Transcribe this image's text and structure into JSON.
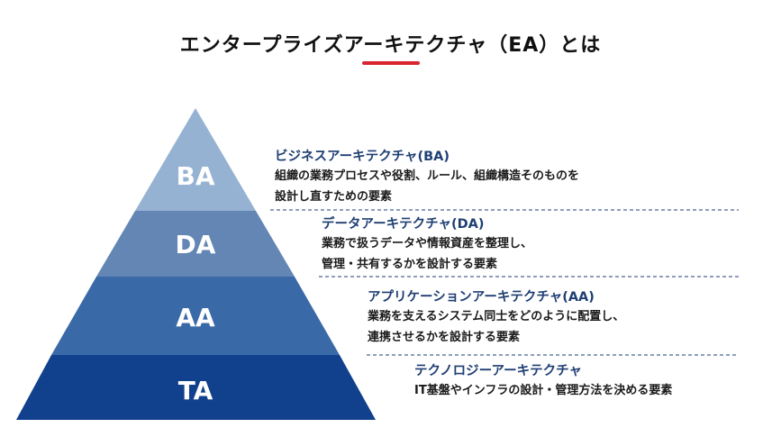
{
  "title": "エンタープライズアーキテクチャ（EA）とは",
  "colors": {
    "accent_underline": "#d9232e",
    "heading_text": "#1f3f73",
    "layer_ba": "#96b2d2",
    "layer_da": "#6386b4",
    "layer_aa": "#3a69a8",
    "layer_ta": "#11408c",
    "divider": "#1f3f73"
  },
  "layers": [
    {
      "abbr": "BA",
      "heading": "ビジネスアーキテクチャ(BA)",
      "line1": "組織の業務プロセスや役割、ルール、組織構造そのものを",
      "line2": "設計し直すための要素"
    },
    {
      "abbr": "DA",
      "heading": "データアーキテクチャ(DA)",
      "line1": "業務で扱うデータや情報資産を整理し、",
      "line2": "管理・共有するかを設計する要素"
    },
    {
      "abbr": "AA",
      "heading": "アプリケーションアーキテクチャ(AA)",
      "line1": "業務を支えるシステム同士をどのように配置し、",
      "line2": "連携させるかを設計する要素"
    },
    {
      "abbr": "TA",
      "heading": "テクノロジーアーキテクチャ",
      "line1": "IT基盤やインフラの設計・管理方法を決める要素",
      "line2": ""
    }
  ]
}
